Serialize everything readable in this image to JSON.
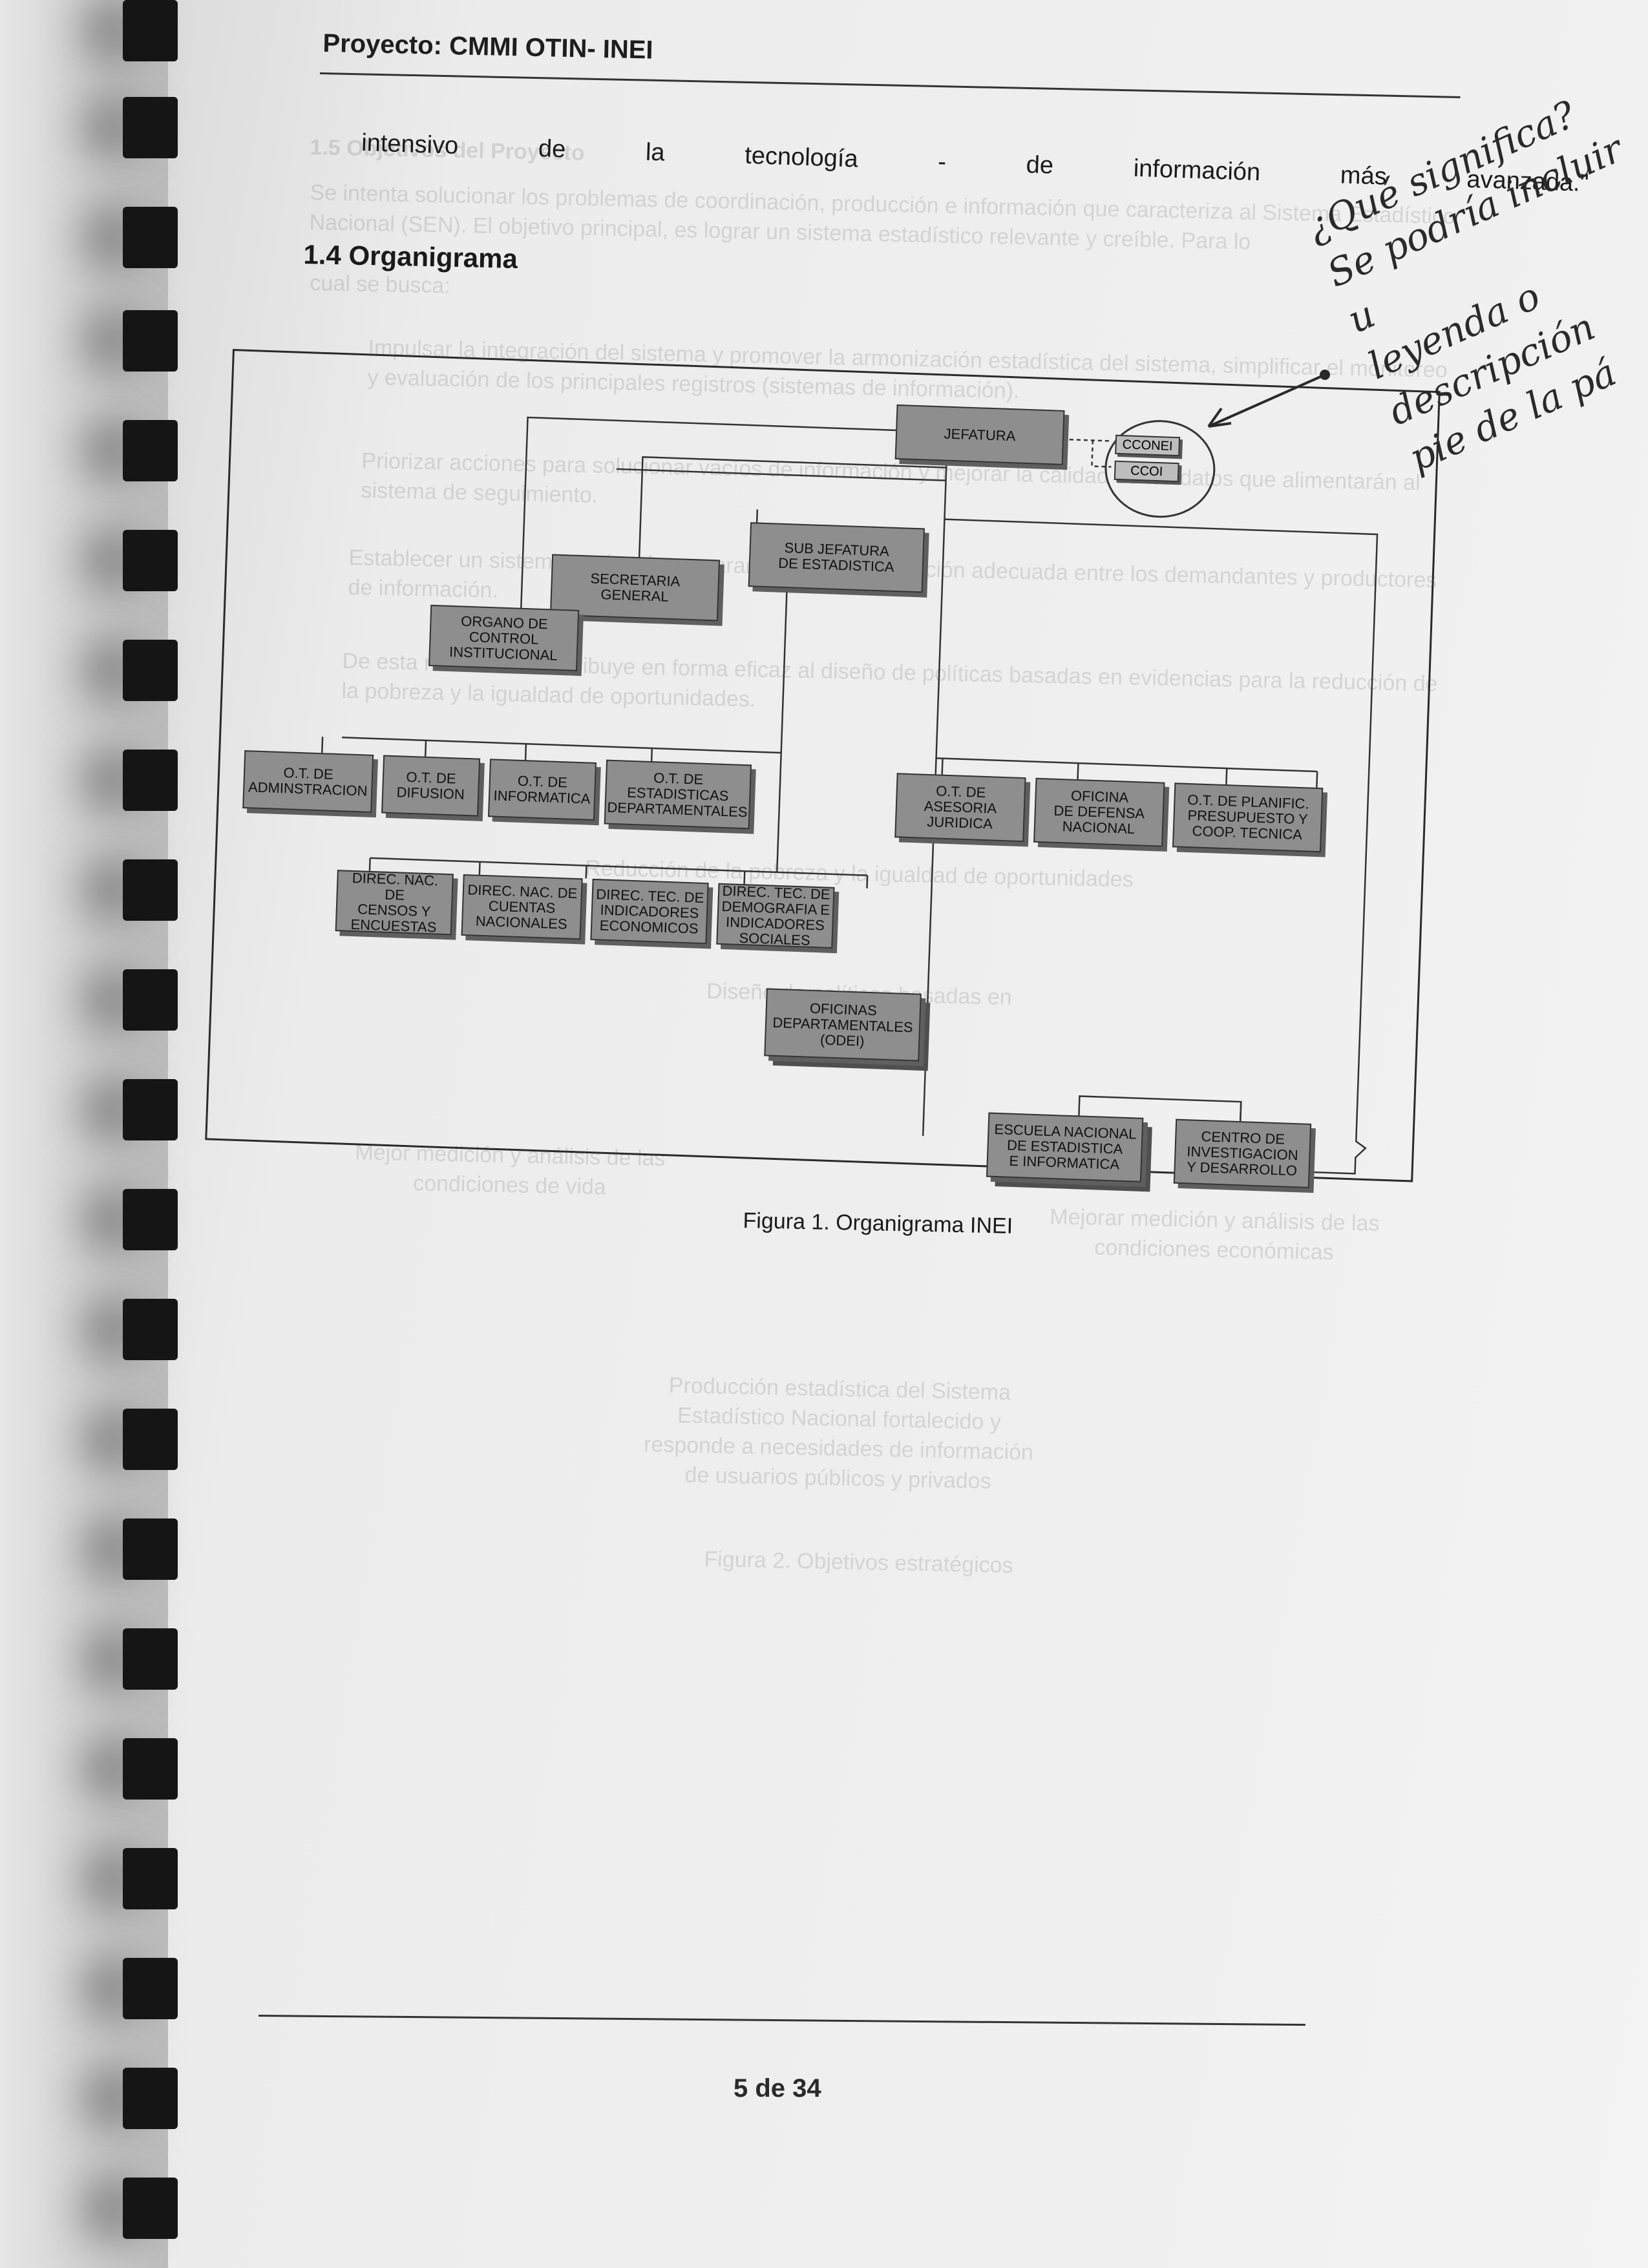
{
  "header": {
    "title": "Proyecto: CMMI OTIN- INEI"
  },
  "body": {
    "line_words": [
      "intensivo",
      "de",
      "la",
      "tecnología",
      "-",
      "de",
      "información",
      "más",
      "avanzada.\""
    ],
    "section_heading": "1.4  Organigrama"
  },
  "orgchart": {
    "jefatura": "JEFATURA",
    "cconei": "CCONEI",
    "cco": "CCOI",
    "subjefatura": "SUB JEFATURA\nDE ESTADISTICA",
    "secretaria": "SECRETARIA\nGENERAL",
    "organo_control": "ORGANO DE\nCONTROL\nINSTITUCIONAL",
    "ot_administracion": "O.T. DE\nADMINSTRACION",
    "ot_difusion": "O.T. DE\nDIFUSION",
    "ot_informatica": "O.T. DE\nINFORMATICA",
    "ot_estadisticas": "O.T. DE\nESTADISTICAS\nDEPARTAMENTALES",
    "ot_asesoria": "O.T. DE\nASESORIA\nJURIDICA",
    "oficina_defensa": "OFICINA\nDE DEFENSA\nNACIONAL",
    "ot_planific": "O.T. DE PLANIFIC.\nPRESUPUESTO Y\nCOOP. TECNICA",
    "dir_censos": "DIREC. NAC. DE\nCENSOS Y\nENCUESTAS",
    "dir_cuentas": "DIREC. NAC. DE\nCUENTAS\nNACIONALES",
    "dir_indicadores": "DIREC. TEC. DE\nINDICADORES\nECONOMICOS",
    "dir_demografia": "DIREC. TEC. DE\nDEMOGRAFIA E\nINDICADORES\nSOCIALES",
    "oficinas_dep": "OFICINAS\nDEPARTAMENTALES\n(ODEI)",
    "escuela": "ESCUELA NACIONAL\nDE ESTADISTICA\nE INFORMATICA",
    "centro": "CENTRO DE\nINVESTIGACION\nY DESARROLLO"
  },
  "figure_caption": "Figura 1. Organigrama INEI",
  "handwritten_note": [
    "¿Qué significa?",
    "Se podría incluir u",
    "leyenda o",
    "descripción",
    "pie de la pá"
  ],
  "footer": {
    "page": "5 de 34"
  },
  "ghost_text": {
    "heading": "1.5 Objetivos del Proyecto",
    "paragraph1": "Se intenta solucionar los problemas de coordinación, producción e información que caracteriza al Sistema Estadístico Nacional (SEN). El objetivo principal, es lograr un sistema estadístico relevante y creíble. Para lo",
    "paragraph1b": "cual se busca:",
    "bullet1": "Impulsar la integración del sistema y promover la armonización estadística del sistema, simplificar el monitoreo y evaluación de los principales registros (sistemas de información).",
    "bullet2": "Priorizar acciones para solucionar vacíos de información y mejorar la calidad de los datos que alimentarán al sistema de seguimiento.",
    "bullet3": "Establecer un sistema nacional que garantice una coordinación adecuada entre los demandantes y productores de información.",
    "bullet4": "De esta manera se contribuye en forma eficaz al diseño de políticas basadas en evidencias para la reducción de la pobreza y la igualdad de oportunidades.",
    "ellipse_right": "Mejorar medición y análisis de las condiciones económicas",
    "ellipse_left": "Mejor medición y análisis de las condiciones de vida",
    "bottom_box": "Producción estadística del Sistema Estadístico Nacional fortalecido y responde a necesidades de información de usuarios públicos y privados",
    "figure2": "Figura 2. Objetivos estratégicos",
    "center_oval": "Diseño de políticas basadas en evidencias",
    "center_box": "Reducción de la pobreza y la igualdad de oportunidades"
  }
}
